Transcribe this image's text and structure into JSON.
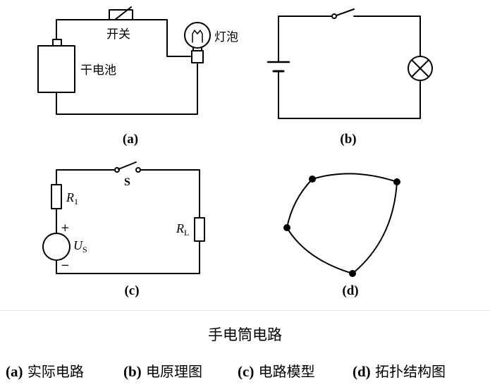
{
  "figure": {
    "panel_a": {
      "label": "(a)",
      "switch_label": "开关",
      "lamp_label": "灯泡",
      "battery_label": "干电池"
    },
    "panel_b": {
      "label": "(b)"
    },
    "panel_c": {
      "label": "(c)",
      "switch_label": "S",
      "r1_symbol": "R",
      "r1_sub": "1",
      "rl_symbol": "R",
      "rl_sub": "L",
      "us_symbol": "U",
      "us_sub": "S",
      "plus": "+",
      "minus": "−"
    },
    "panel_d": {
      "label": "(d)"
    }
  },
  "caption": {
    "title": "手电筒电路",
    "subs": [
      {
        "letter": "(a)",
        "text": "实际电路"
      },
      {
        "letter": "(b)",
        "text": "电原理图"
      },
      {
        "letter": "(c)",
        "text": "电路模型"
      },
      {
        "letter": "(d)",
        "text": "拓扑结构图"
      }
    ]
  }
}
